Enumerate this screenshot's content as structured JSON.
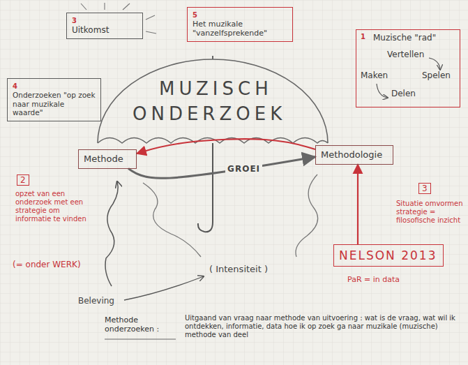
{
  "diagram": {
    "nodes": [
      {
        "text": [
          "3",
          "Uitkomst"
        ]
      },
      {
        "text": [
          "5",
          "Het muzikale \"vanzelfsprekende\""
        ]
      },
      {
        "text": [
          "1",
          "Muzische \"rad\"",
          "Vertellen",
          "Maken",
          "Spelen",
          "Delen"
        ]
      },
      {
        "text": [
          "4",
          "Onderzoeken \"op zoek naar muzikale waarde\""
        ]
      },
      {
        "text": [
          "Methode"
        ]
      },
      {
        "text": [
          "Methodologie"
        ]
      },
      {
        "text": [
          "NELSON 2013"
        ]
      }
    ],
    "edges": [
      {
        "from": 5,
        "to": 4,
        "arrow": "to"
      },
      {
        "from": 4,
        "to": 5,
        "label": "GROEI",
        "arrow": "to"
      },
      {
        "from": 6,
        "to": 5,
        "arrow": "to"
      }
    ],
    "labels": [
      "MUZISCH",
      "ONDERZOEK",
      "2",
      "opzet van een onderzoek met een strategie om informatie te vinden",
      "(= onder WERK)",
      "3",
      "Situatie omvormen strategie = filosofische inzicht",
      "PaR = in data",
      "( Intensiteit )",
      "Beleving",
      "Methode onderzoeken :",
      "Uitgaand van vraag naar methode van uitvoering : wat is de vraag, wat wil ik ontdekken, informatie, data hoe ik op zoek ga naar muzikale (muzische) methode van deel"
    ]
  }
}
